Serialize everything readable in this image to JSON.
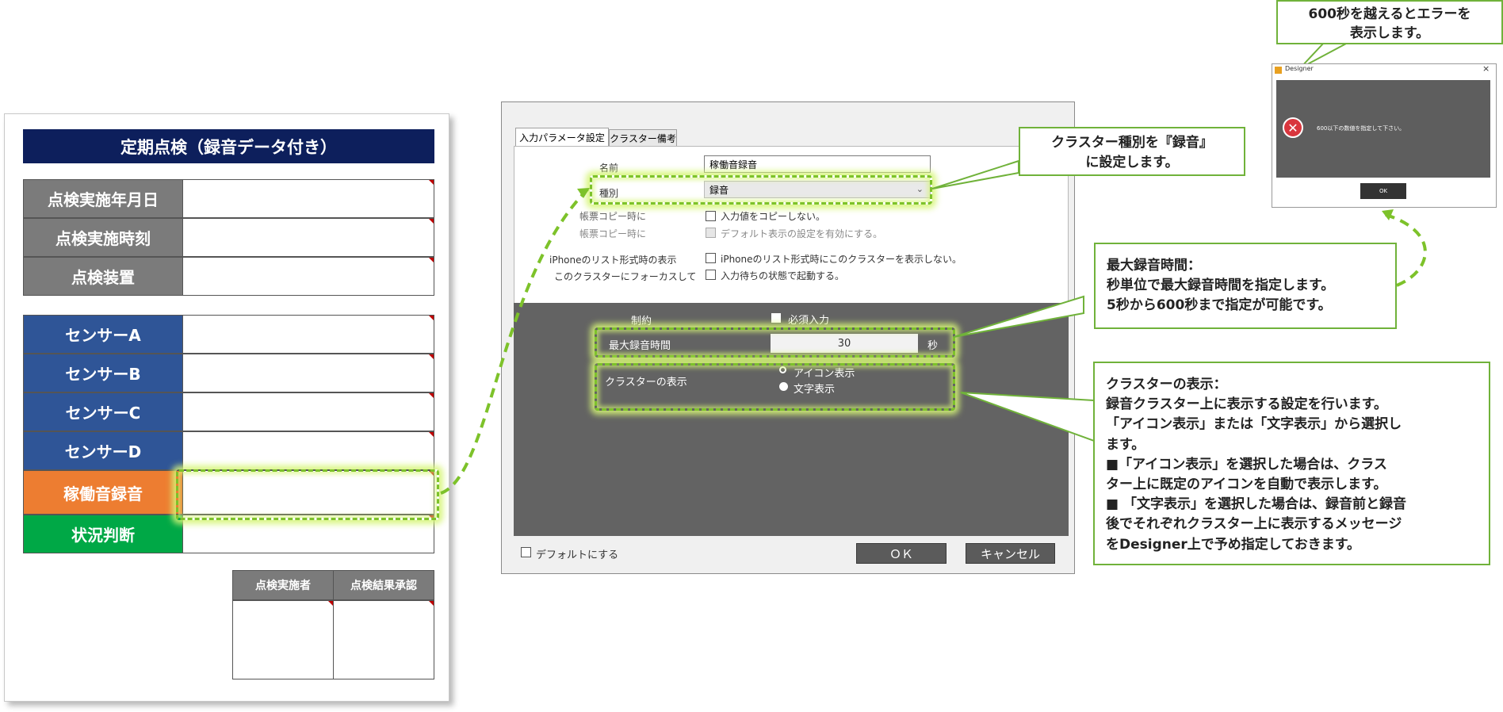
{
  "form": {
    "title": "定期点検（録音データ付き）",
    "rows": [
      {
        "label": "点検実施年月日"
      },
      {
        "label": "点検実施時刻"
      },
      {
        "label": "点検装置"
      },
      {
        "label": "センサーA"
      },
      {
        "label": "センサーB"
      },
      {
        "label": "センサーC"
      },
      {
        "label": "センサーD"
      },
      {
        "label": "稼働音録音"
      },
      {
        "label": "状況判断"
      }
    ],
    "approval": {
      "col1": "点検実施者",
      "col2": "点検結果承認"
    }
  },
  "dialog": {
    "tabs": [
      "入力パラメータ設定",
      "クラスター備考"
    ],
    "name_label": "名前",
    "name_value": "稼働音録音",
    "type_label": "種別",
    "type_value": "録音",
    "copy_label": "帳票コピー時に",
    "copy_option": "入力値をコピーしない。",
    "copy_label2": "帳票コピー時に",
    "copy_option2": "デフォルト表示の設定を有効にする。",
    "iphone_label": "iPhoneのリスト形式時の表示",
    "iphone_option": "iPhoneのリスト形式時にこのクラスターを表示しない。",
    "focus_label": "このクラスターにフォーカスして",
    "focus_option": "入力待ちの状態で起動する。",
    "constraint_label": "制約",
    "required_label": "必須入力",
    "max_time_label": "最大録音時間",
    "max_time_value": "30",
    "max_time_unit": "秒",
    "display_label": "クラスターの表示",
    "display_options": [
      "アイコン表示",
      "文字表示"
    ],
    "default_label": "デフォルトにする",
    "ok_label": "ＯＫ",
    "cancel_label": "キャンセル"
  },
  "callouts": {
    "type": [
      "クラスター種別を『録音』",
      "に設定します。"
    ],
    "max_time": [
      "最大録音時間：",
      "秒単位で最大録音時間を指定します。",
      "5秒から600秒まで指定が可能です。"
    ],
    "display": [
      "クラスターの表示：",
      "録音クラスター上に表示する設定を行います。",
      "「アイコン表示」または「文字表示」から選択し",
      "ます。",
      "■「アイコン表示」を選択した場合は、クラス",
      "ター上に既定のアイコンを自動で表示します。",
      "■ 「文字表示」を選択した場合は、録音前と録音",
      "後でそれぞれクラスター上に表示するメッセージ",
      "をDesigner上で予め指定しておきます。"
    ],
    "error": [
      "600秒を越えるとエラーを",
      "表示します。"
    ]
  },
  "error_dialog": {
    "title": "Designer",
    "message": "600以下の数値を指定して下さい。",
    "ok_label": "OK",
    "close_glyph": "×"
  },
  "colors": {
    "accent_green": "#70b23a",
    "form_title": "#0d1f5c",
    "sensor_blue": "#2f5597",
    "record_orange": "#ed7d31",
    "judge_green": "#00a846"
  }
}
